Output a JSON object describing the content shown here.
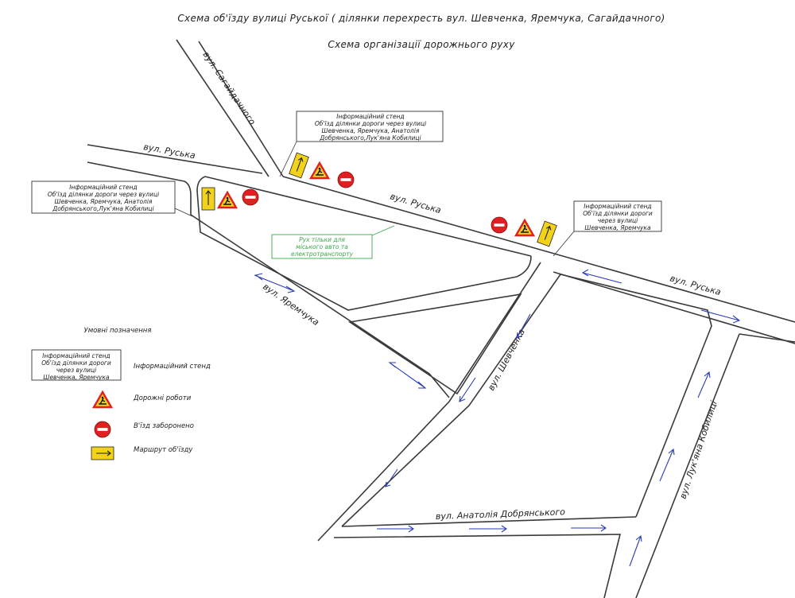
{
  "title_line1": "Схема об'їзду вулиці Руської ( ділянки перехресть вул. Шевченка, Яремчука, Сагайдачного)",
  "title_line2": "Схема організації дорожнього руху",
  "streets": {
    "sahaidachnoho": "вул. Сагайдачного",
    "ruska_1": "вул. Руська",
    "ruska_2": "вул. Руська",
    "ruska_3": "вул. Руська",
    "yaremchuka": "вул. Яремчука",
    "shevchenka": "вул. Шевченка",
    "dobrianskoho": "вул. Анатолія Добрянського",
    "kobylytsi": "вул. Лук'яна Кобилиці"
  },
  "info_stands": {
    "top": [
      "Інформаційний стенд",
      "Об'їзд ділянки дороги через вулиці",
      "Шевченка, Яремчука, Анатолія",
      "Добрянського,Лук'яна Кобилиці"
    ],
    "left": [
      "Інформаційний стенд",
      "Об'їзд ділянки дороги через вулиці",
      "Шевченка, Яремчука, Анатолія",
      "Добрянського,Лук'яна Кобилиці"
    ],
    "right": [
      "Інформаційний стенд",
      "Об'їзд ділянки дороги",
      "через вулиці",
      "Шевченка, Яремчука"
    ]
  },
  "green_note": [
    "Рух тільки для",
    "міського авто та",
    "електротранспорту"
  ],
  "legend": {
    "title": "Умовні позначення",
    "stand_box": [
      "Інформаційний стенд",
      "Об'їзд ділянки дороги",
      "через вулиці",
      "Шевченка, Яремчука"
    ],
    "items": [
      {
        "label": "Інформаційний стенд",
        "icon": "info-stand"
      },
      {
        "label": "Дорожні роботи",
        "icon": "road-works-sign"
      },
      {
        "label": "В'їзд заборонено",
        "icon": "no-entry-sign"
      },
      {
        "label": "Маршрут об'їзду",
        "icon": "detour-route-sign"
      }
    ]
  },
  "colors": {
    "road": "#3a3a3a",
    "arrow": "#2b3db8",
    "green_note": "#3aa84a",
    "sign_yellow": "#f2d21a",
    "no_entry_red": "#e02020",
    "works_red": "#e02020"
  }
}
